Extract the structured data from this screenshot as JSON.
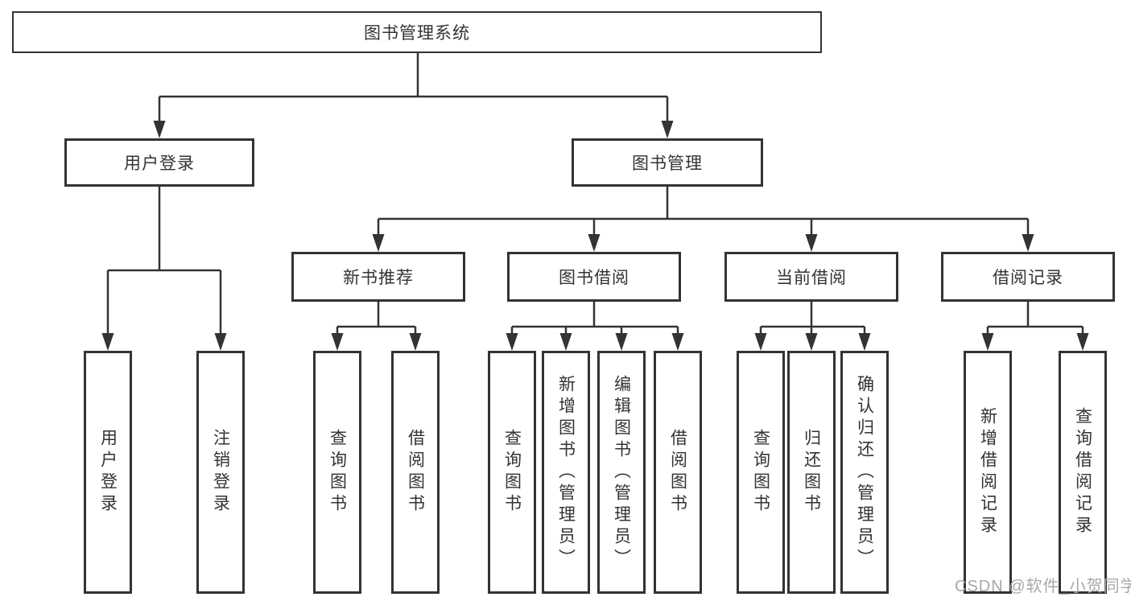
{
  "diagram": {
    "title": "图书管理系统",
    "tree": {
      "root": {
        "label": "图书管理系统"
      },
      "level2": [
        {
          "label": "用户登录"
        },
        {
          "label": "图书管理"
        }
      ],
      "level3": [
        {
          "label": "新书推荐"
        },
        {
          "label": "图书借阅"
        },
        {
          "label": "当前借阅"
        },
        {
          "label": "借阅记录"
        }
      ],
      "leaves": {
        "user_login": [
          "用户登录",
          "注销登录"
        ],
        "new_book": [
          "查询图书",
          "借阅图书"
        ],
        "book_borrow": [
          "查询图书",
          "新增图书（管理员）",
          "编辑图书（管理员）",
          "借阅图书"
        ],
        "current_borrow": [
          "查询图书",
          "归还图书",
          "确认归还（管理员）"
        ],
        "borrow_records": [
          "新增借阅记录",
          "查询借阅记录"
        ]
      }
    },
    "colors": {
      "line": "#333333",
      "border": "#333333",
      "background": "#ffffff",
      "text": "#333333",
      "watermark": "#a8a8a8"
    }
  },
  "watermark": {
    "text": "CSDN @软件_小贺同学"
  }
}
